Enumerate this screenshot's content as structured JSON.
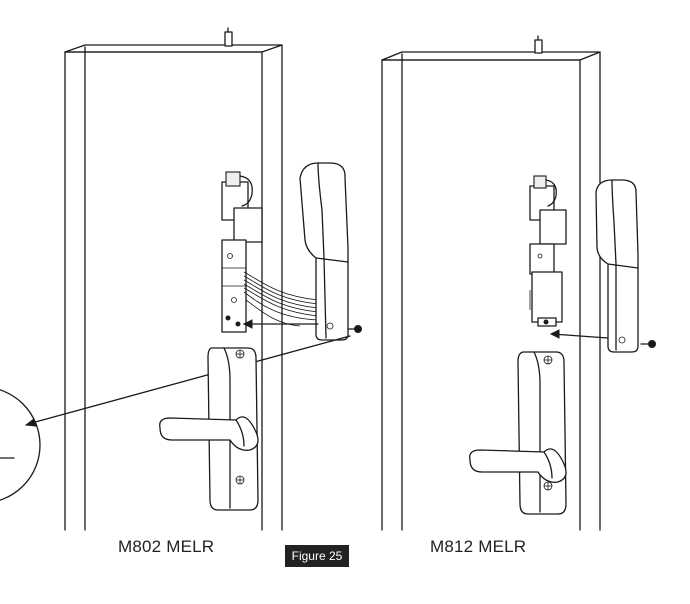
{
  "figure": {
    "label": "Figure 25",
    "left_model": "M802 MELR",
    "right_model": "M812 MELR"
  },
  "colors": {
    "line": "#1a1a1a",
    "badge_background": "#222222",
    "badge_text": "#ffffff"
  }
}
